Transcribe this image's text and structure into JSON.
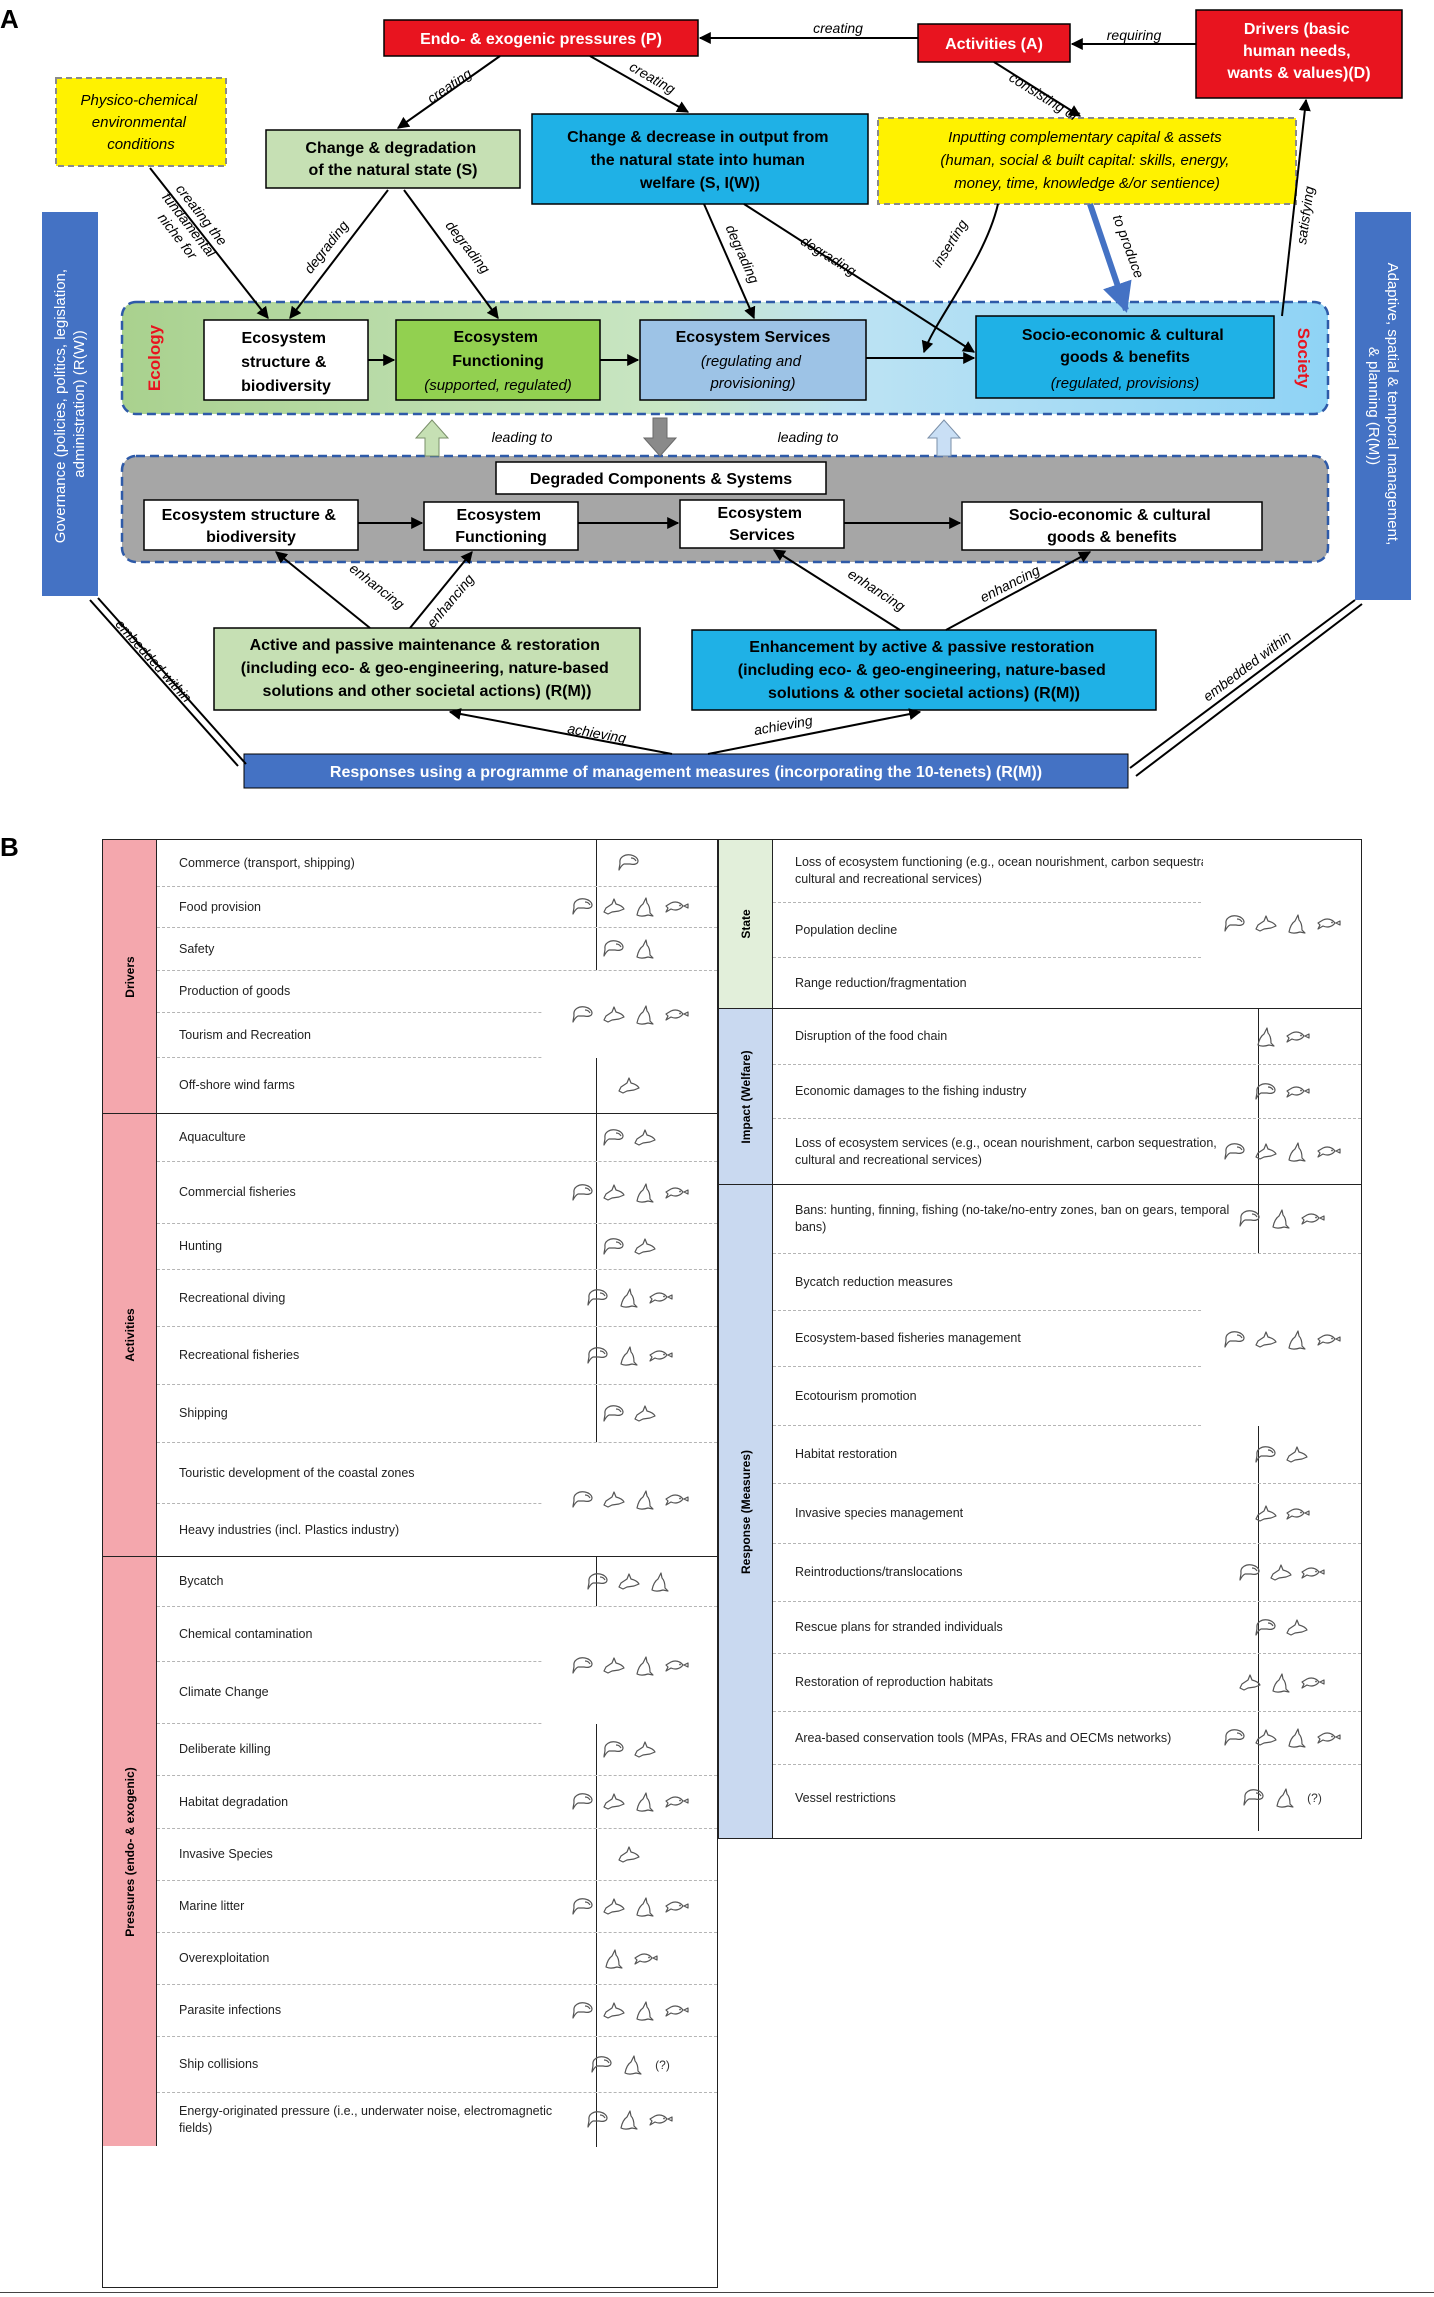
{
  "panel_a": {
    "label": "A",
    "nodes": {
      "pressures": "Endo- & exogenic pressures (P)",
      "activities": "Activities (A)",
      "drivers": [
        "Drivers (basic",
        "human needs,",
        "wants & values)(D)"
      ],
      "physico": [
        "Physico-chemical",
        "environmental",
        "conditions"
      ],
      "change_degradation": [
        "Change & degradation",
        "of the natural state (S)"
      ],
      "change_decrease": [
        "Change & decrease in output from",
        "the natural state into human",
        "welfare (S, I(W))"
      ],
      "inputting": [
        "Inputting complementary capital & assets",
        "(human, social & built capital: skills, energy,",
        "money, time, knowledge &/or sentience)"
      ],
      "governance": [
        "Governance (policies, politics, legislation,",
        "administration) (R(W))"
      ],
      "adaptive": [
        "Adaptive, spatial & temporal management,",
        "& planning (R(M))"
      ],
      "ecology_label": "Ecology",
      "society_label": "Society",
      "eco_structure": [
        "Ecosystem",
        "structure &",
        "biodiversity"
      ],
      "eco_functioning": [
        "Ecosystem",
        "Functioning"
      ],
      "eco_functioning_sub": "(supported, regulated)",
      "eco_services": "Ecosystem Services",
      "eco_services_sub": [
        "(regulating and",
        "provisioning)"
      ],
      "socio": [
        "Socio-economic & cultural",
        "goods & benefits"
      ],
      "socio_sub": "(regulated, provisions)",
      "degraded_title": "Degraded Components & Systems",
      "deg_structure": [
        "Ecosystem structure &",
        "biodiversity"
      ],
      "deg_functioning": [
        "Ecosystem",
        "Functioning"
      ],
      "deg_services": [
        "Ecosystem",
        "Services"
      ],
      "deg_socio": [
        "Socio-economic & cultural",
        "goods & benefits"
      ],
      "maintenance": [
        "Active and passive maintenance & restoration",
        "(including eco- & geo-engineering, nature-based",
        "solutions and other societal actions) (R(M))"
      ],
      "enhancement": [
        "Enhancement by active & passive restoration",
        "(including eco- & geo-engineering, nature-based",
        "solutions & other societal actions) (R(M))"
      ],
      "responses": "Responses using a programme of management measures (incorporating the 10-tenets) (R(M))"
    },
    "edge_labels": {
      "creating": "creating",
      "requiring": "requiring",
      "consisting_of": "consisting of",
      "satisfying": "satisfying",
      "to_produce": "to produce",
      "inserting": "inserting",
      "degrading": "degrading",
      "creating_niche": [
        "creating the",
        "fundamental",
        "niche for"
      ],
      "leading_to": "leading to",
      "enhancing": "enhancing",
      "achieving": "achieving",
      "embedded_within": "embedded within"
    },
    "colors": {
      "red": "#e8141f",
      "yellow": "#fff200",
      "light_green": "#c6e0b4",
      "green": "#92d050",
      "blue": "#1fb1e6",
      "light_blue": "#9dc3e6",
      "dark_blue": "#4472c4",
      "grey": "#a6a6a6"
    }
  },
  "panel_b": {
    "label": "B",
    "left_groups": [
      {
        "category": "Drivers",
        "rows": [
          {
            "label": "Commerce (transport, shipping)",
            "icons": [
              "whale"
            ]
          },
          {
            "label": "Food provision",
            "icons": [
              "whale",
              "shark",
              "ray",
              "fish"
            ]
          },
          {
            "label": "Safety",
            "icons": [
              "whale",
              "ray"
            ]
          },
          {
            "label": "Production of goods",
            "icons": [
              "whale",
              "shark",
              "ray",
              "fish"
            ]
          },
          {
            "label": "Tourism and Recreation",
            "icons": []
          },
          {
            "label": "Off-shore wind farms",
            "icons": [
              "shark"
            ]
          }
        ]
      },
      {
        "category": "Activities",
        "rows": [
          {
            "label": "Aquaculture",
            "icons": [
              "whale",
              "shark"
            ]
          },
          {
            "label": "Commercial fisheries",
            "icons": [
              "whale",
              "shark",
              "ray",
              "fish"
            ]
          },
          {
            "label": "Hunting",
            "icons": [
              "whale",
              "shark"
            ]
          },
          {
            "label": "Recreational diving",
            "icons": [
              "whale",
              "ray",
              "fish"
            ]
          },
          {
            "label": "Recreational fisheries",
            "icons": [
              "whale",
              "ray",
              "fish"
            ]
          },
          {
            "label": "Shipping",
            "icons": [
              "whale",
              "shark"
            ]
          },
          {
            "label": "Touristic development of the coastal zones",
            "icons": [
              "whale",
              "shark",
              "ray",
              "fish"
            ]
          },
          {
            "label": "Heavy industries (incl. Plastics industry)",
            "icons": []
          }
        ]
      },
      {
        "category": "Pressures (endo- & exogenic)",
        "rows": [
          {
            "label": "Bycatch",
            "icons": [
              "whale",
              "shark",
              "ray"
            ]
          },
          {
            "label": "Chemical contamination",
            "icons": [
              "whale",
              "shark",
              "ray",
              "fish"
            ]
          },
          {
            "label": "Climate Change",
            "icons": []
          },
          {
            "label": "Deliberate killing",
            "icons": [
              "whale",
              "shark"
            ]
          },
          {
            "label": "Habitat degradation",
            "icons": [
              "whale",
              "shark",
              "ray",
              "fish"
            ]
          },
          {
            "label": "Invasive Species",
            "icons": [
              "shark"
            ]
          },
          {
            "label": "Marine litter",
            "icons": [
              "whale",
              "shark",
              "ray",
              "fish"
            ]
          },
          {
            "label": "Overexploitation",
            "icons": [
              "ray",
              "fish"
            ]
          },
          {
            "label": "Parasite infections",
            "icons": [
              "whale",
              "shark",
              "ray",
              "fish"
            ]
          },
          {
            "label": "Ship collisions",
            "icons": [
              "whale",
              "ray"
            ],
            "note": "(?)"
          },
          {
            "label": "Energy-originated pressure (i.e., underwater noise, electromagnetic fields)",
            "icons": [
              "whale",
              "ray",
              "fish"
            ]
          }
        ]
      }
    ],
    "right_groups": [
      {
        "category": "State",
        "rows": [
          {
            "label": "Loss of ecosystem functioning (e.g., ocean nourishment, carbon sequestration, cultural and recreational services)",
            "icons": [
              "whale",
              "shark",
              "ray",
              "fish"
            ]
          },
          {
            "label": "Population decline",
            "icons": []
          },
          {
            "label": "Range reduction/fragmentation",
            "icons": []
          }
        ]
      },
      {
        "category": "Impact (Welfare)",
        "rows": [
          {
            "label": "Disruption of the food chain",
            "icons": [
              "ray",
              "fish"
            ]
          },
          {
            "label": "Economic damages to the fishing industry",
            "icons": [
              "whale",
              "fish"
            ]
          },
          {
            "label": "Loss of ecosystem services (e.g., ocean nourishment, carbon sequestration, cultural and recreational services)",
            "icons": [
              "whale",
              "shark",
              "ray",
              "fish"
            ]
          }
        ]
      },
      {
        "category": "Response (Measures)",
        "rows": [
          {
            "label": "Bans: hunting, finning, fishing (no-take/no-entry zones, ban on gears, temporal bans)",
            "icons": [
              "whale",
              "ray",
              "fish"
            ]
          },
          {
            "label": "Bycatch reduction measures",
            "icons": [
              "whale",
              "shark",
              "ray",
              "fish"
            ]
          },
          {
            "label": "Ecosystem-based fisheries management",
            "icons": []
          },
          {
            "label": "Ecotourism promotion",
            "icons": []
          },
          {
            "label": "Habitat restoration",
            "icons": [
              "whale",
              "shark"
            ]
          },
          {
            "label": "Invasive species management",
            "icons": [
              "shark",
              "fish"
            ]
          },
          {
            "label": "Reintroductions/translocations",
            "icons": [
              "whale",
              "shark",
              "fish"
            ]
          },
          {
            "label": "Rescue plans for stranded individuals",
            "icons": [
              "whale",
              "shark"
            ]
          },
          {
            "label": "Restoration of reproduction habitats",
            "icons": [
              "shark",
              "ray",
              "fish"
            ]
          },
          {
            "label": "Area-based conservation tools (MPAs, FRAs and OECMs networks)",
            "icons": [
              "whale",
              "shark",
              "ray",
              "fish"
            ]
          },
          {
            "label": "Vessel restrictions",
            "icons": [
              "whale",
              "ray"
            ],
            "note": "(?)"
          }
        ]
      }
    ]
  }
}
